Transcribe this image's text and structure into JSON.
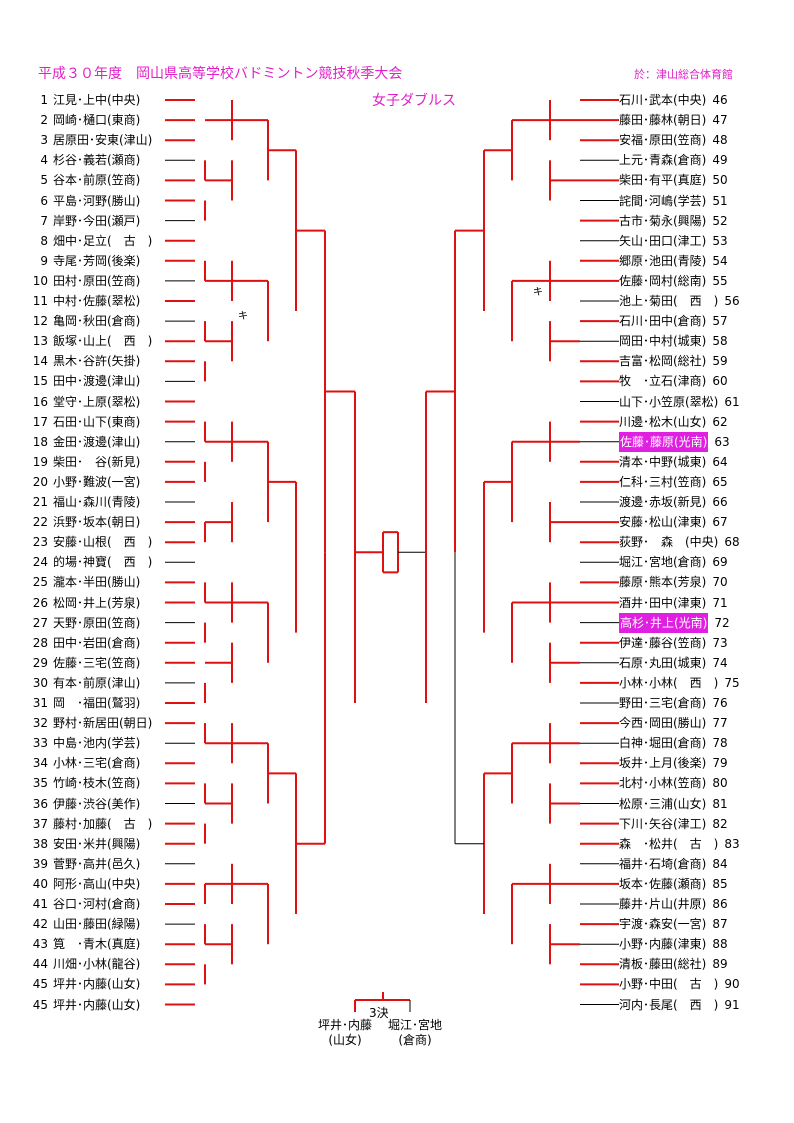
{
  "header": {
    "title": "平成３０年度　岡山県高等学校バドミントン競技秋季大会",
    "venue": "於：津山総合体育館",
    "event": "女子ダブルス"
  },
  "left_entries": [
    {
      "n": "1",
      "name": "江見･上中(中央)"
    },
    {
      "n": "2",
      "name": "岡崎･樋口(東商)"
    },
    {
      "n": "3",
      "name": "居原田･安東(津山)"
    },
    {
      "n": "4",
      "name": "杉谷･義若(瀬商)"
    },
    {
      "n": "5",
      "name": "谷本･前原(笠商)"
    },
    {
      "n": "6",
      "name": "平島･河野(勝山)"
    },
    {
      "n": "7",
      "name": "岸野･今田(瀬戸)"
    },
    {
      "n": "8",
      "name": "畑中･足立(　古　)"
    },
    {
      "n": "9",
      "name": "寺尾･芳岡(後楽)"
    },
    {
      "n": "10",
      "name": "田村･原田(笠商)"
    },
    {
      "n": "11",
      "name": "中村･佐藤(翠松)"
    },
    {
      "n": "12",
      "name": "亀岡･秋田(倉商)"
    },
    {
      "n": "13",
      "name": "飯塚･山上(　西　)"
    },
    {
      "n": "14",
      "name": "黒木･谷許(矢掛)"
    },
    {
      "n": "15",
      "name": "田中･渡邊(津山)"
    },
    {
      "n": "16",
      "name": "堂守･上原(翠松)"
    },
    {
      "n": "17",
      "name": "石田･山下(東商)"
    },
    {
      "n": "18",
      "name": "金田･渡邊(津山)"
    },
    {
      "n": "19",
      "name": "柴田･　谷(新見)"
    },
    {
      "n": "20",
      "name": "小野･難波(一宮)"
    },
    {
      "n": "21",
      "name": "福山･森川(青陵)"
    },
    {
      "n": "22",
      "name": "浜野･坂本(朝日)"
    },
    {
      "n": "23",
      "name": "安藤･山根(　西　)"
    },
    {
      "n": "24",
      "name": "的場･神寶(　西　)"
    },
    {
      "n": "25",
      "name": "瀧本･半田(勝山)"
    },
    {
      "n": "26",
      "name": "松岡･井上(芳泉)"
    },
    {
      "n": "27",
      "name": "天野･原田(笠商)"
    },
    {
      "n": "28",
      "name": "田中･岩田(倉商)"
    },
    {
      "n": "29",
      "name": "佐藤･三宅(笠商)"
    },
    {
      "n": "30",
      "name": "有本･前原(津山)"
    },
    {
      "n": "31",
      "name": "岡　･福田(鷲羽)"
    },
    {
      "n": "32",
      "name": "野村･新居田(朝日)"
    },
    {
      "n": "33",
      "name": "中島･池内(学芸)"
    },
    {
      "n": "34",
      "name": "小林･三宅(倉商)"
    },
    {
      "n": "35",
      "name": "竹崎･枝木(笠商)"
    },
    {
      "n": "36",
      "name": "伊藤･渋谷(美作)"
    },
    {
      "n": "37",
      "name": "藤村･加藤(　古　)"
    },
    {
      "n": "38",
      "name": "安田･米井(興陽)"
    },
    {
      "n": "39",
      "name": "菅野･高井(邑久)"
    },
    {
      "n": "40",
      "name": "阿形･高山(中央)"
    },
    {
      "n": "41",
      "name": "谷口･河村(倉商)"
    },
    {
      "n": "42",
      "name": "山田･藤田(緑陽)"
    },
    {
      "n": "43",
      "name": "筧　･青木(真庭)"
    },
    {
      "n": "44",
      "name": "川畑･小林(龍谷)"
    },
    {
      "n": "45",
      "name": "坪井･内藤(山女)"
    },
    {
      "n": "45",
      "name": "坪井･内藤(山女)"
    }
  ],
  "right_entries": [
    {
      "n": "46",
      "name": "石川･武本(中央)",
      "hl": false
    },
    {
      "n": "47",
      "name": "藤田･藤林(朝日)",
      "hl": false
    },
    {
      "n": "48",
      "name": "安福･原田(笠商)",
      "hl": false
    },
    {
      "n": "49",
      "name": "上元･青森(倉商)",
      "hl": false
    },
    {
      "n": "50",
      "name": "柴田･有平(真庭)",
      "hl": false
    },
    {
      "n": "51",
      "name": "詫間･河嶋(学芸)",
      "hl": false
    },
    {
      "n": "52",
      "name": "古市･菊永(興陽)",
      "hl": false
    },
    {
      "n": "53",
      "name": "矢山･田口(津工)",
      "hl": false
    },
    {
      "n": "54",
      "name": "郷原･池田(青陵)",
      "hl": false
    },
    {
      "n": "55",
      "name": "佐藤･岡村(総南)",
      "hl": false
    },
    {
      "n": "56",
      "name": "池上･菊田(　西　)",
      "hl": false
    },
    {
      "n": "57",
      "name": "石川･田中(倉商)",
      "hl": false
    },
    {
      "n": "58",
      "name": "岡田･中村(城東)",
      "hl": false
    },
    {
      "n": "59",
      "name": "吉富･松岡(総社)",
      "hl": false
    },
    {
      "n": "60",
      "name": "牧　･立石(津商)",
      "hl": false
    },
    {
      "n": "61",
      "name": "山下･小笠原(翠松)",
      "hl": false
    },
    {
      "n": "62",
      "name": "川邊･松木(山女)",
      "hl": false
    },
    {
      "n": "63",
      "name": "佐藤･藤原(光南)",
      "hl": true
    },
    {
      "n": "64",
      "name": "清本･中野(城東)",
      "hl": false
    },
    {
      "n": "65",
      "name": "仁科･三村(笠商)",
      "hl": false
    },
    {
      "n": "66",
      "name": "渡邊･赤坂(新見)",
      "hl": false
    },
    {
      "n": "67",
      "name": "安藤･松山(津東)",
      "hl": false
    },
    {
      "n": "68",
      "name": "荻野･　森　(中央)",
      "hl": false
    },
    {
      "n": "69",
      "name": "堀江･宮地(倉商)",
      "hl": false
    },
    {
      "n": "70",
      "name": "藤原･熊本(芳泉)",
      "hl": false
    },
    {
      "n": "71",
      "name": "酒井･田中(津東)",
      "hl": false
    },
    {
      "n": "72",
      "name": "高杉･井上(光南)",
      "hl": true
    },
    {
      "n": "73",
      "name": "伊達･藤谷(笠商)",
      "hl": false
    },
    {
      "n": "74",
      "name": "石原･丸田(城東)",
      "hl": false
    },
    {
      "n": "75",
      "name": "小林･小林(　西　)",
      "hl": false
    },
    {
      "n": "76",
      "name": "野田･三宅(倉商)",
      "hl": false
    },
    {
      "n": "77",
      "name": "今西･岡田(勝山)",
      "hl": false
    },
    {
      "n": "78",
      "name": "白神･堀田(倉商)",
      "hl": false
    },
    {
      "n": "79",
      "name": "坂井･上月(後楽)",
      "hl": false
    },
    {
      "n": "80",
      "name": "北村･小林(笠商)",
      "hl": false
    },
    {
      "n": "81",
      "name": "松原･三浦(山女)",
      "hl": false
    },
    {
      "n": "82",
      "name": "下川･矢谷(津工)",
      "hl": false
    },
    {
      "n": "83",
      "name": "森　･松井(　古　)",
      "hl": false
    },
    {
      "n": "84",
      "name": "福井･石埼(倉商)",
      "hl": false
    },
    {
      "n": "85",
      "name": "坂本･佐藤(瀬商)",
      "hl": false
    },
    {
      "n": "86",
      "name": "藤井･片山(井原)",
      "hl": false
    },
    {
      "n": "87",
      "name": "宇渡･森安(一宮)",
      "hl": false
    },
    {
      "n": "88",
      "name": "小野･内藤(津東)",
      "hl": false
    },
    {
      "n": "89",
      "name": "清板･藤田(総社)",
      "hl": false
    },
    {
      "n": "90",
      "name": "小野･中田(　古　)",
      "hl": false
    },
    {
      "n": "91",
      "name": "河内･長尾(　西　)",
      "hl": false
    }
  ],
  "marks": {
    "kiken_left": "キ",
    "kiken_right": "キ"
  },
  "third_place": {
    "label": "3決",
    "a_names": "坪井･内藤",
    "a_school": "(山女)",
    "b_names": "堀江･宮地",
    "b_school": "(倉商)"
  }
}
